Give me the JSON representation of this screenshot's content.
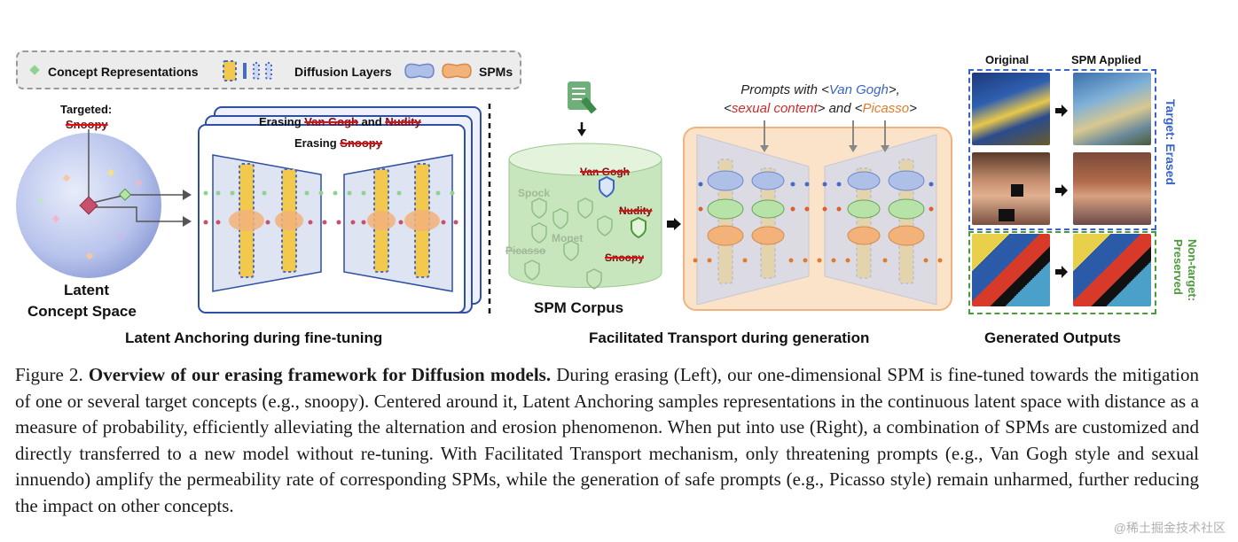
{
  "legend": {
    "concept_label": "Concept Representations",
    "layers_label": "Diffusion Layers",
    "spms_label": "SPMs"
  },
  "left": {
    "targeted_label": "Targeted:",
    "targeted_value": "Snoopy",
    "space_label_1": "Latent",
    "space_label_2": "Concept Space",
    "erase_back_prefix": "Erasing ",
    "erase_back_vg": "Van Gogh",
    "erase_back_and": " and ",
    "erase_back_nudity": "Nudity",
    "erase_front_prefix": "Erasing ",
    "erase_front_value": "Snoopy",
    "section_label": "Latent Anchoring during fine-tuning"
  },
  "middle": {
    "corpus_label": "SPM Corpus",
    "corpus_items": [
      "Van Gogh",
      "Spock",
      "Nudity",
      "Monet",
      "Picasso",
      "Snoopy"
    ],
    "prompts_prefix": "Prompts with <",
    "prompts_vg": "Van Gogh",
    "prompts_mid": ">,",
    "prompts_lt": "<",
    "prompts_sx": "sexual content",
    "prompts_and": "> and <",
    "prompts_pc": "Picasso",
    "prompts_end": ">",
    "section_label": "Facilitated Transport during generation"
  },
  "right": {
    "col_original": "Original",
    "col_applied": "SPM Applied",
    "target_label": "Target: Erased",
    "nontarget_label": "Non-target: Preserved",
    "section_label": "Generated Outputs"
  },
  "caption": {
    "figure": "Figure 2. ",
    "title": "Overview of our erasing framework for Diffusion models.",
    "body": " During erasing (Left), our one-dimensional SPM is fine-tuned towards the mitigation of one or several target concepts (e.g., snoopy). Centered around it, Latent Anchoring samples representations in the continuous latent space with distance as a measure of probability, efficiently alleviating the alternation and erosion phenomenon. When put into use (Right), a combination of SPMs are customized and directly transferred to a new model without re-tuning. With Facilitated Transport mechanism, only threatening prompts (e.g., Van Gogh style and sexual innuendo) amplify the permeability rate of corresponding SPMs, while the generation of safe prompts (e.g., Picasso style) remain unharmed, further reducing the impact on other concepts."
  },
  "watermark": "@稀土掘金技术社区",
  "colors": {
    "blue_accent": "#3a64c8",
    "red_accent": "#d02a2a",
    "orange_accent": "#e07b2a",
    "green_accent": "#4c9a3a",
    "layer_yellow": "#f2c94c",
    "spm_orange": "#f2b27a",
    "unet_fill": "#dfe4f3"
  }
}
